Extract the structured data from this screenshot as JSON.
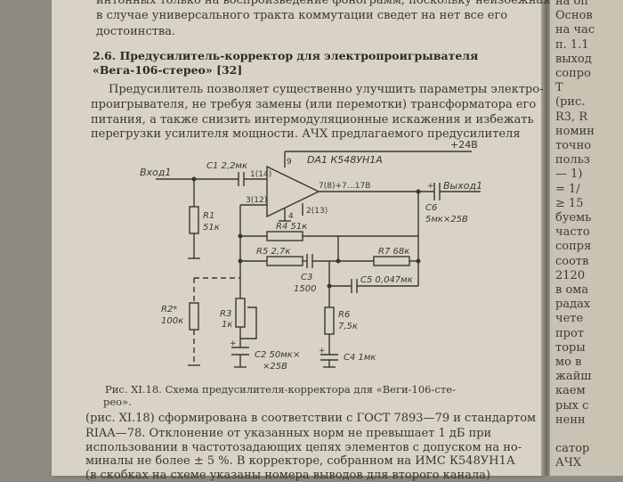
{
  "top_lines": [
    "интонных только на воспроизведение фонограмм, поскольку неизбежная",
    "в случае универсального тракта коммутации сведет на нет все его",
    "достоинства."
  ],
  "section": {
    "title_line1": "2.6. Предусилитель-корректор для электропроигрывателя",
    "title_line2": "«Вега-106-стерео» [32]"
  },
  "body_lines": [
    "Предусилитель позволяет существенно улучшить параметры электро-",
    "проигрывателя, не требуя замены (или перемотки) трансформатора его",
    "питания, а также снизить интермодуляционные искажения и избежать",
    "перегрузки усилителя мощности. АЧХ предлагаемого предусилителя"
  ],
  "schematic": {
    "supply": "+24В",
    "input": "Вход1",
    "output": "Выход1",
    "ic": "DA1 К548УН1А",
    "pins": {
      "p9": "9",
      "p1": "1(14)",
      "p3": "3(12)",
      "p7": "7(8)+7…17В",
      "p4": "4",
      "p2": "2(13)"
    },
    "c1": "C1 2,2мк",
    "r1": [
      "R1",
      "51к"
    ],
    "c6": [
      "C6",
      "5мк×25В"
    ],
    "r4": "R4 51к",
    "r7": "R7 68к",
    "r5": "R5 2,7к",
    "c3": [
      "C3",
      "1500"
    ],
    "c5": "C5 0,047мк",
    "r2": [
      "R2*",
      "100к"
    ],
    "r3": [
      "R3",
      "1к"
    ],
    "r6": [
      "R6",
      "7,5к"
    ],
    "c2": [
      "C2 50мк×",
      "×25В"
    ],
    "c4": "C4 1мк"
  },
  "caption": {
    "line1": "Рис. XI.18. Схема предусилителя-корректора для «Веги-106-сте-",
    "line2": "рео»."
  },
  "bottom_lines": [
    "(рис. XI.18) сформирована в соответствии с ГОСТ 7893—79 и стандартом",
    "RIAA—78. Отклонение от указанных норм не превышает 1 дБ при",
    "использовании в частотозадающих цепях элементов с допуском на но-",
    "миналы не более ± 5 %. В корректоре, собранном на ИМС К548УН1А",
    "(в скобках на схеме указаны номера выводов для второго канала)"
  ],
  "right_page_lines": [
    "на оп",
    "Основ",
    "на час",
    "п. 1.1",
    "выход",
    "сопро",
    "Т",
    "(рис.",
    "R3, R",
    "номин",
    "точно",
    "польз",
    "— 1)",
    "= 1/",
    "≥ 15",
    "буемь",
    "часто",
    "сопря",
    "соотв",
    "2120",
    "в ома",
    "радах",
    "чете",
    "прот",
    "торы",
    "мо в",
    "жайш",
    "каем",
    "рых с",
    "ненн",
    "",
    "сатор",
    "АЧХ"
  ]
}
